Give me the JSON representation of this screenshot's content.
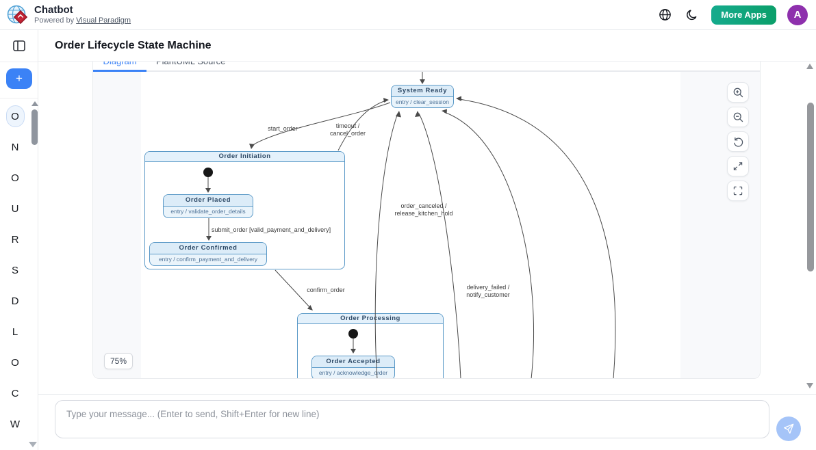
{
  "header": {
    "title": "Chatbot",
    "powered_prefix": "Powered by",
    "powered_link": "Visual Paradigm",
    "more_apps_label": "More Apps",
    "avatar_letter": "A",
    "icons": [
      "globe-icon",
      "moon-icon"
    ]
  },
  "sidebar": {
    "active_index": 0,
    "items": [
      "O",
      "N",
      "O",
      "U",
      "R",
      "S",
      "D",
      "L",
      "O",
      "C",
      "W"
    ],
    "icons": [
      "panel-toggle-icon",
      "plus-icon"
    ]
  },
  "main": {
    "page_title": "Order Lifecycle State Machine",
    "tabs": [
      {
        "label": "Diagram",
        "active": true
      },
      {
        "label": "PlantUML Source",
        "active": false
      }
    ],
    "zoom_level": "75%",
    "zoom_tool_icons": [
      "zoom-in-icon",
      "zoom-out-icon",
      "reset-view-icon",
      "expand-icon",
      "fullscreen-icon"
    ]
  },
  "diagram": {
    "states": {
      "system_ready": {
        "name": "System Ready",
        "entry": "entry / clear_session"
      },
      "order_initiation": {
        "name": "Order Initiation"
      },
      "order_placed": {
        "name": "Order Placed",
        "entry": "entry / validate_order_details"
      },
      "order_confirmed": {
        "name": "Order Confirmed",
        "entry": "entry / confirm_payment_and_delivery"
      },
      "order_processing": {
        "name": "Order Processing"
      },
      "order_accepted": {
        "name": "Order Accepted",
        "entry": "entry / acknowledge_order"
      }
    },
    "transitions": {
      "start_order": "start_order",
      "timeout_line1": "timeout /",
      "timeout_line2": "cancel_order",
      "submit_order": "submit_order [valid_payment_and_delivery]",
      "confirm_order": "confirm_order",
      "order_canceled_line1": "order_canceled /",
      "order_canceled_line2": "release_kitchen_hold",
      "delivery_failed_line1": "delivery_failed /",
      "delivery_failed_line2": "notify_customer"
    }
  },
  "composer": {
    "placeholder": "Type your message... (Enter to send, Shift+Enter for new line)",
    "send_icon": "paper-plane-icon"
  },
  "colors": {
    "accent": "#3b82f6",
    "more_start": "#15ab8d",
    "more_end": "#0b9f6a",
    "avatar_bg": "#8e30ad",
    "state_border": "#5a99c7",
    "state_header_bg": "#dcecf8",
    "state_body_bg": "#eaf4fb",
    "band_bg": "#e4f1fb",
    "arrow": "#4a4a4a"
  }
}
